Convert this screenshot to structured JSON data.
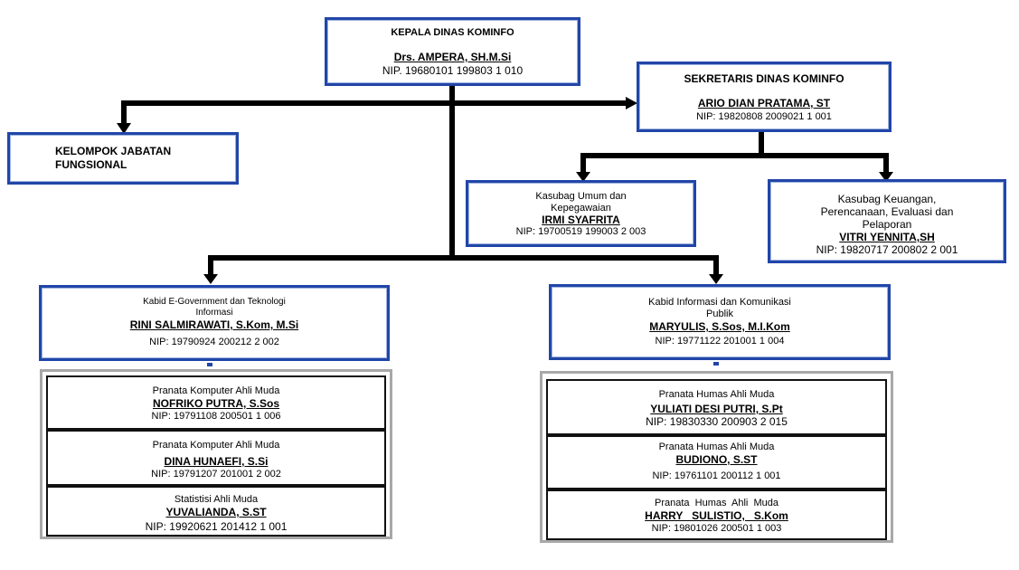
{
  "head": {
    "title": "KEPALA DINAS KOMINFO",
    "name": "Drs. AMPERA, SH.M.Si",
    "nip": "NIP. 19680101  199803 1 010"
  },
  "secretary": {
    "title": "SEKRETARIS DINAS KOMINFO",
    "name": "ARIO DIAN PRATAMA, ST",
    "nip": "NIP: 19820808 2009021 1 001"
  },
  "functional_group": {
    "line1": "KELOMPOK JABATAN",
    "line2": "FUNGSIONAL"
  },
  "kasubag_umum": {
    "line1": "Kasubag Umum dan",
    "line2": "Kepegawaian",
    "name": "IRMI SYAFRITA",
    "nip": "NIP: 19700519  199003  2 003"
  },
  "kasubag_keuangan": {
    "line1": "Kasubag Keuangan,",
    "line2": "Perencanaan, Evaluasi dan",
    "line3": "Pelaporan",
    "name": "VITRI YENNITA,SH",
    "nip": "NIP: 19820717  200802  2 001"
  },
  "kabid_egov": {
    "line1": "Kabid E-Government dan Teknologi",
    "line2": "Informasi",
    "name": "RINI SALMIRAWATI,  S.Kom, M.Si",
    "nip": "NIP: 19790924 200212 2 002"
  },
  "kabid_ikp": {
    "line1": "Kabid Informasi dan Komunikasi",
    "line2": "Publik",
    "name": "MARYULIS, S.Sos, M.I.Kom",
    "nip": "NIP: 19771122  201001  1 004"
  },
  "egov_staff": [
    {
      "role": "Pranata Komputer Ahli Muda",
      "name": "NOFRIKO  PUTRA, S.Sos",
      "nip": "NIP: 19791108  200501  1 006"
    },
    {
      "role": "Pranata Komputer Ahli Muda",
      "name": "DINA HUNAEFI, S.Si",
      "nip": "NIP: 19791207  201001  2 002"
    },
    {
      "role": "Statistisi Ahli Muda",
      "name": "YUVALIANDA,  S.ST",
      "nip": "NIP: 19920621  201412 1 001"
    }
  ],
  "ikp_staff": [
    {
      "role": "Pranata Humas Ahli Muda",
      "name": "YULIATI DESI PUTRI, S.Pt",
      "nip": "NIP: 19830330  200903 2 015"
    },
    {
      "role": "Pranata Humas Ahli Muda",
      "name": "BUDIONO, S.ST",
      "nip": "NIP: 19761101  200112  1 001"
    },
    {
      "role": "Pranata  Humas  Ahli  Muda",
      "name": "HARRY   SULISTIO,   S.Kom",
      "nip": "NIP: 19801026  200501  1 003"
    }
  ]
}
